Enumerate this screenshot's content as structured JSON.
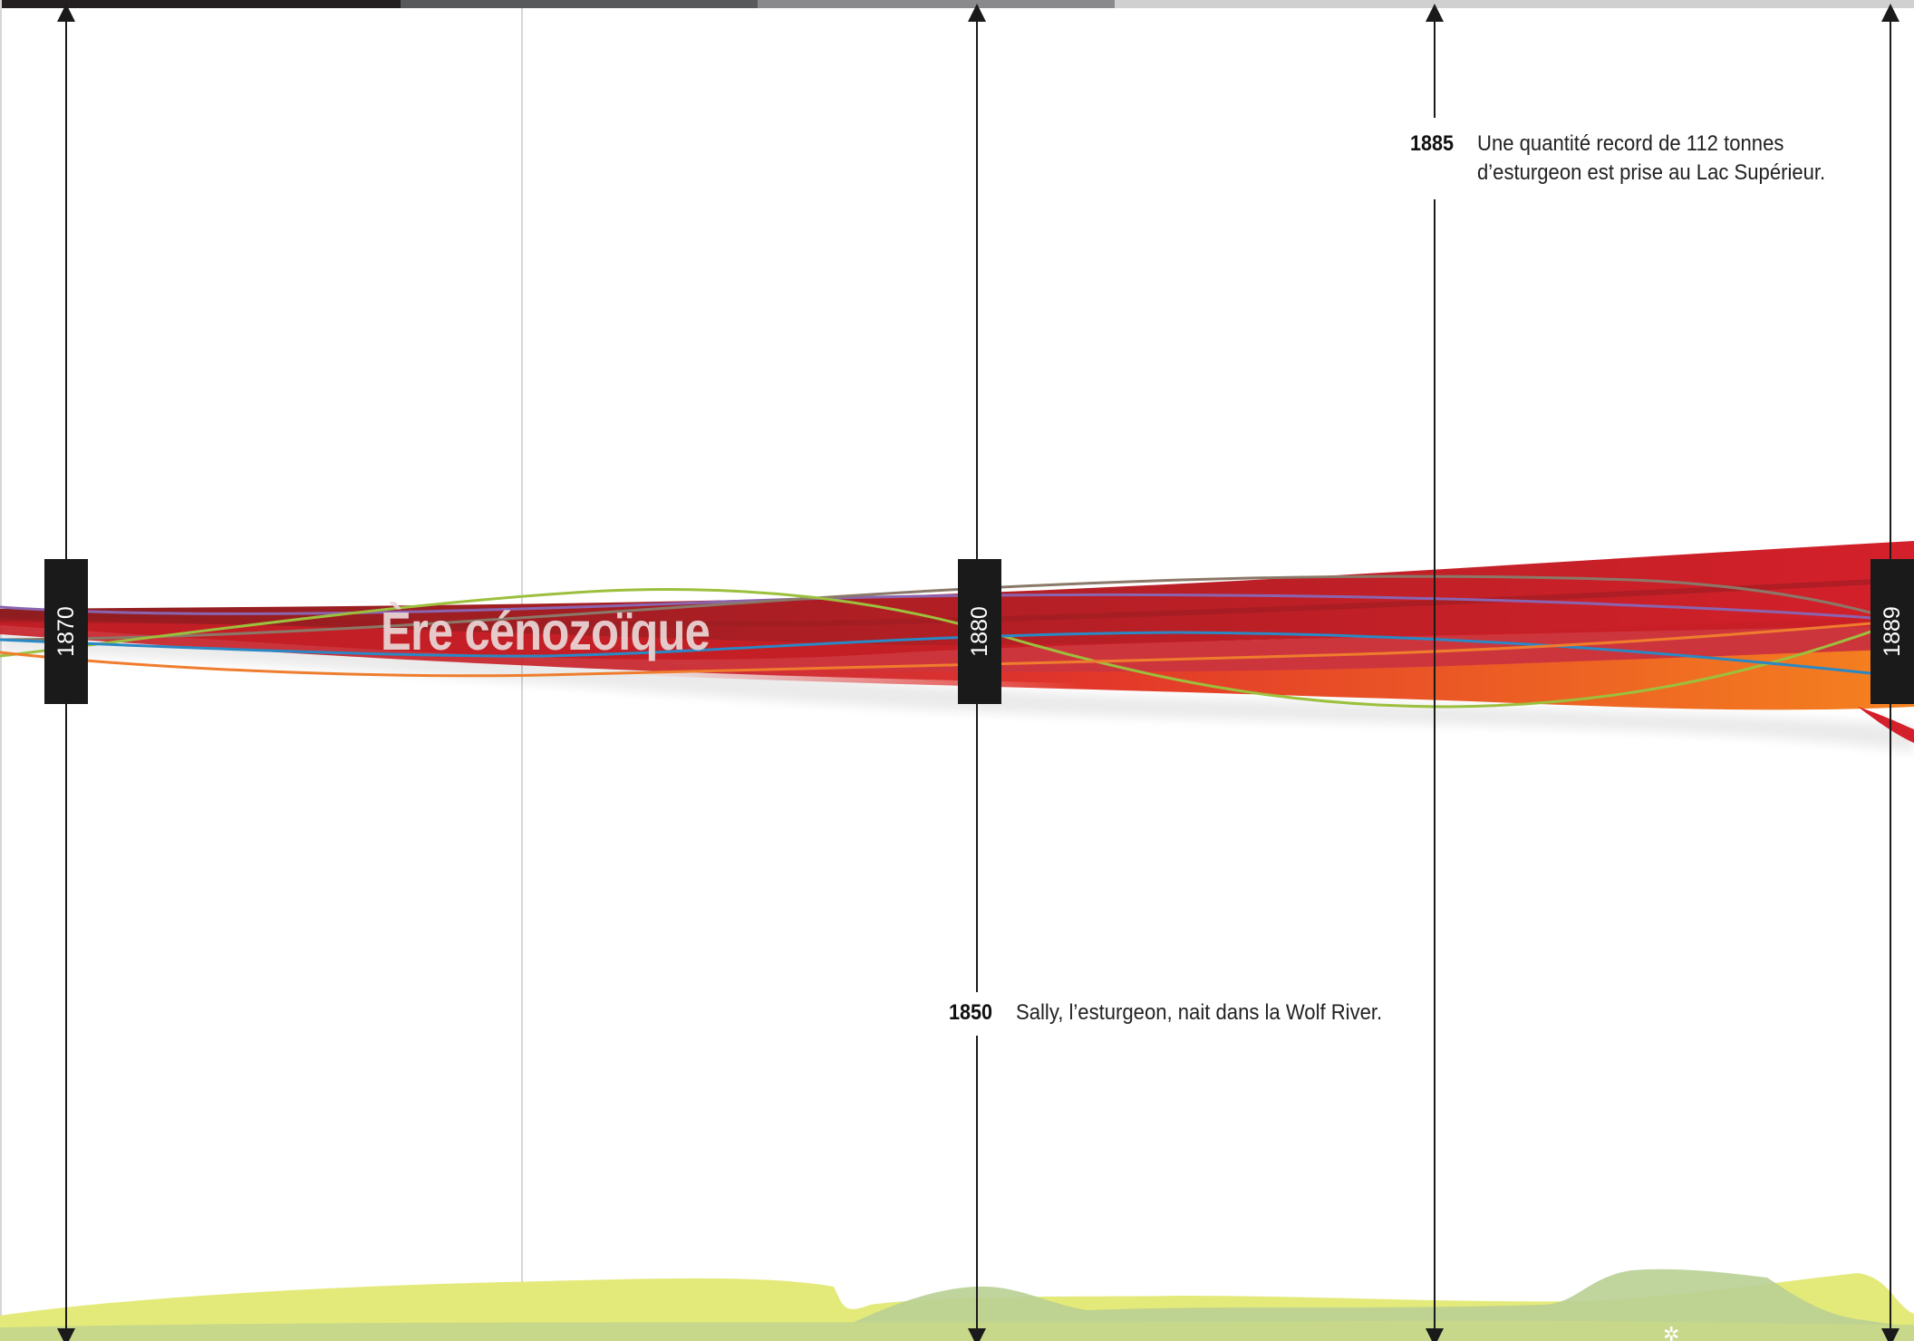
{
  "colors": {
    "topbar": [
      "#231f20",
      "#58595b",
      "#8a8a8c",
      "#d0d0d0"
    ],
    "band_dark": "#8e1d20",
    "band_red": "#d4202a",
    "band_orange": "#f26b21",
    "line_purple": "#8a64b0",
    "line_brown": "#8b7868",
    "line_green": "#9cc03d",
    "line_blue": "#2a88c4",
    "line_orange": "#ef7d2d",
    "marker": "#1a1a1a",
    "hills_light": "#e4ea7a",
    "hills_dark": "#b9cf93"
  },
  "timeline": {
    "year_markers": [
      "1870",
      "1880",
      "1889"
    ],
    "era_title": "Ère cénozoïque"
  },
  "events": [
    {
      "year": "1885",
      "text_lines": [
        "Une quantité record de 112 tonnes",
        "d’esturgeon est prise au Lac Supérieur."
      ]
    },
    {
      "year": "1850",
      "text_lines": [
        "Sally, l’esturgeon, nait dans la Wolf River."
      ]
    }
  ]
}
